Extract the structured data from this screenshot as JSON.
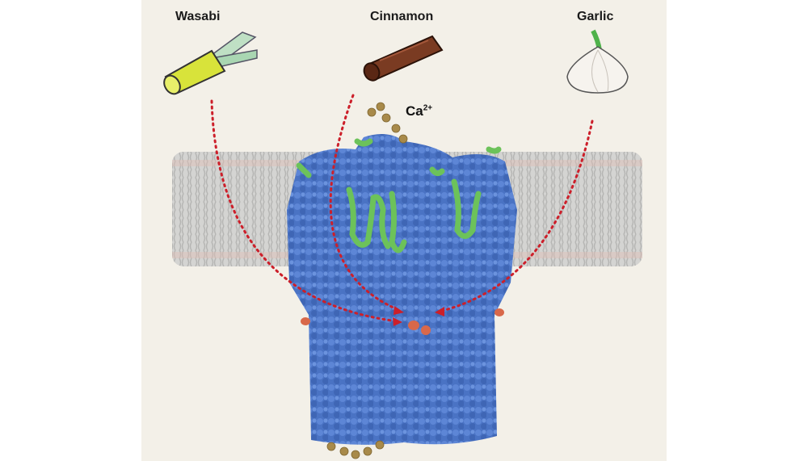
{
  "labels": {
    "wasabi": "Wasabi",
    "cinnamon": "Cinnamon",
    "garlic": "Garlic",
    "ion": "Ca",
    "ion_charge": "2+"
  },
  "colors": {
    "background": "#f3f0e8",
    "protein": "#4f78c8",
    "helix": "#6cc25a",
    "membrane": "#c9c9c9",
    "arrow": "#cc1f2a",
    "calcium": "#a88a4a",
    "site": "#d8684a"
  }
}
